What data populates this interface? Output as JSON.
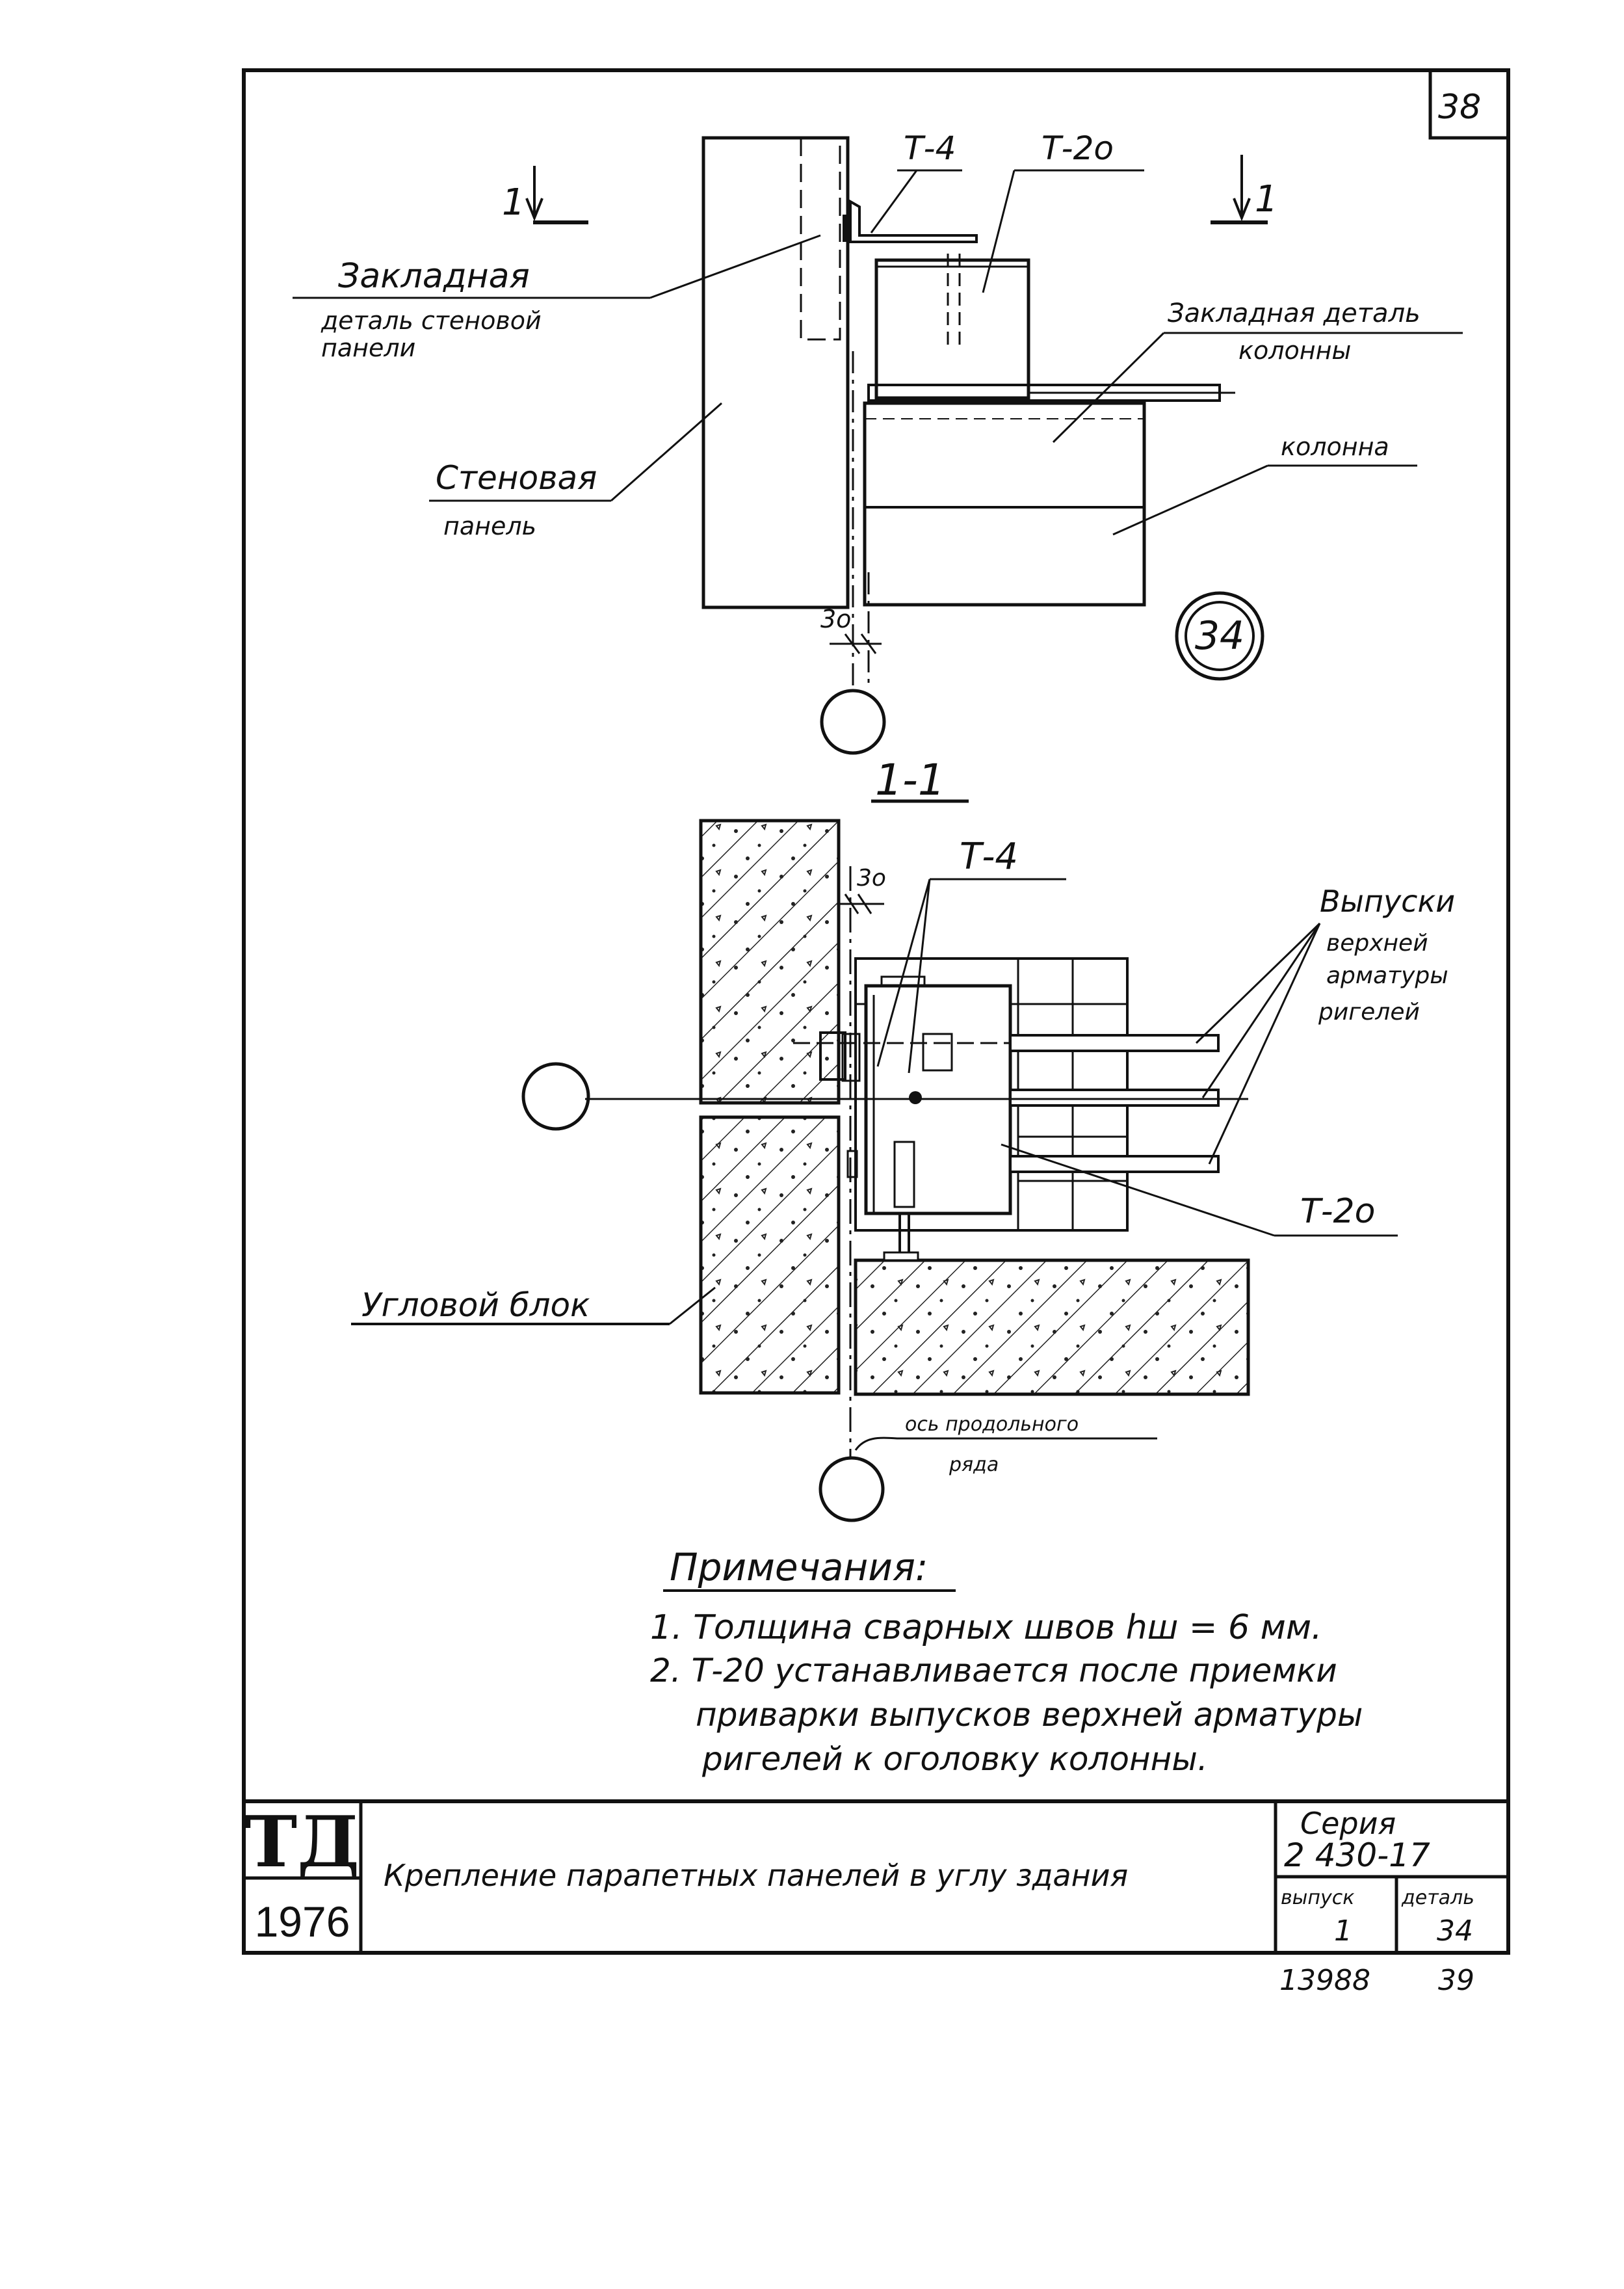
{
  "sheet": {
    "page_number": "38",
    "detail_marker": "34",
    "section_mark_left": "1",
    "section_mark_right": "1",
    "section_title": "1-1"
  },
  "top_view": {
    "label_t4": "Т-4",
    "label_t20": "Т-2о",
    "embedded_wall_line1": "Закладная",
    "embedded_wall_line2": "деталь стеновой",
    "embedded_wall_line3": "панели",
    "embedded_column_line1": "Закладная деталь",
    "embedded_column_line2": "колонны",
    "column": "колонна",
    "wall_panel_line1": "Стеновая",
    "wall_panel_line2": "панель",
    "dim_30": "3о"
  },
  "section_view": {
    "label_t4": "Т-4",
    "dim_30": "3о",
    "outlets_line1": "Выпуски",
    "outlets_line2": "верхней",
    "outlets_line3": "арматуры",
    "outlets_line4": "ригелей",
    "label_t20": "Т-2о",
    "corner_block": "Угловой блок",
    "axis_line1": "ось продольного",
    "axis_line2": "ряда"
  },
  "notes": {
    "heading": "Примечания:",
    "note1": "1. Толщина сварных швов hш = 6 мм.",
    "note2_line1": "2. Т-20 устанавливается после приемки",
    "note2_line2": "приварки выпусков верхней арматуры",
    "note2_line3": "ригелей к оголовку колонны."
  },
  "title_block": {
    "logo": "ТД",
    "year": "1976",
    "title": "Крепление парапетных панелей в углу здания",
    "series_label": "Серия",
    "series_value": "2 430-17",
    "issue_label": "выпуск",
    "issue_value": "1",
    "detail_label": "деталь",
    "detail_value": "34"
  },
  "footer": {
    "inventory_number": "13988",
    "sheet_number": "39"
  }
}
